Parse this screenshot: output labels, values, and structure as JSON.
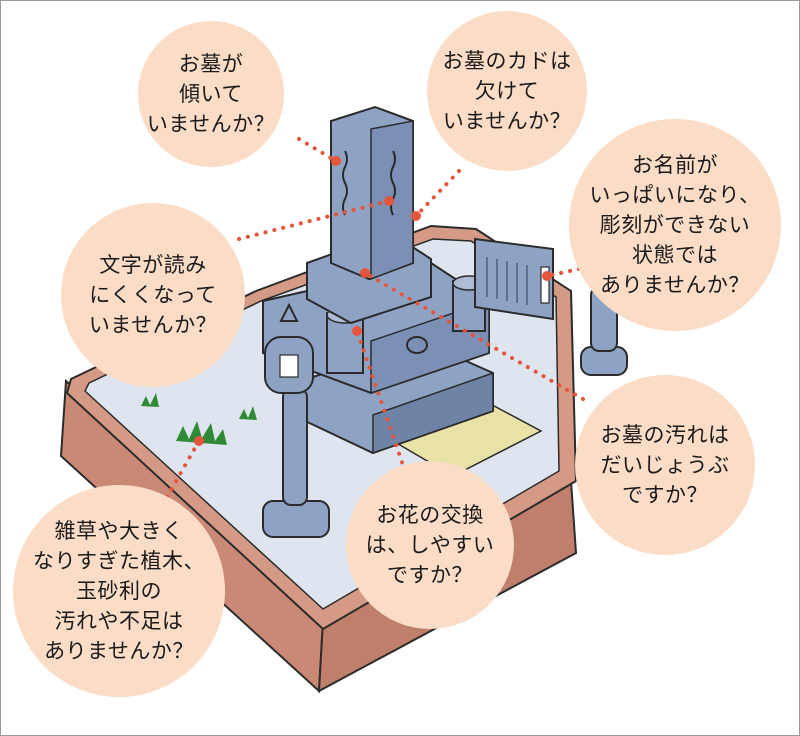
{
  "colors": {
    "bubble": "#fbdcc6",
    "leader_dot": "#e4553b",
    "gravel": "#dfe5ef",
    "stone": "#8ea3c4",
    "stone_shadow": "#6f83a6",
    "curb_top": "#d59a86",
    "curb_side": "#c98975",
    "mat": "#e9e2a6",
    "grass": "#2f8a36",
    "outline": "#2b2b2b"
  },
  "callouts": [
    {
      "id": "tilt",
      "lines": [
        "お墓が",
        "傾いて",
        "いませんか？"
      ]
    },
    {
      "id": "corner",
      "lines": [
        "お墓のカドは",
        "欠けて",
        "いませんか？"
      ]
    },
    {
      "id": "name",
      "lines": [
        "お名前が",
        "いっぱいになり、",
        "彫刻ができない",
        "状態では",
        "ありませんか？"
      ]
    },
    {
      "id": "letters",
      "lines": [
        "文字が読み",
        "にくくなって",
        "いませんか？"
      ]
    },
    {
      "id": "dirt",
      "lines": [
        "お墓の汚れは",
        "だいじょうぶ",
        "ですか？"
      ]
    },
    {
      "id": "flowers",
      "lines": [
        "お花の交換",
        "は、しやすい",
        "ですか？"
      ]
    },
    {
      "id": "weeds",
      "lines": [
        "雑草や大きく",
        "なりすぎた植木、",
        "玉砂利の",
        "汚れや不足は",
        "ありませんか？"
      ]
    }
  ]
}
